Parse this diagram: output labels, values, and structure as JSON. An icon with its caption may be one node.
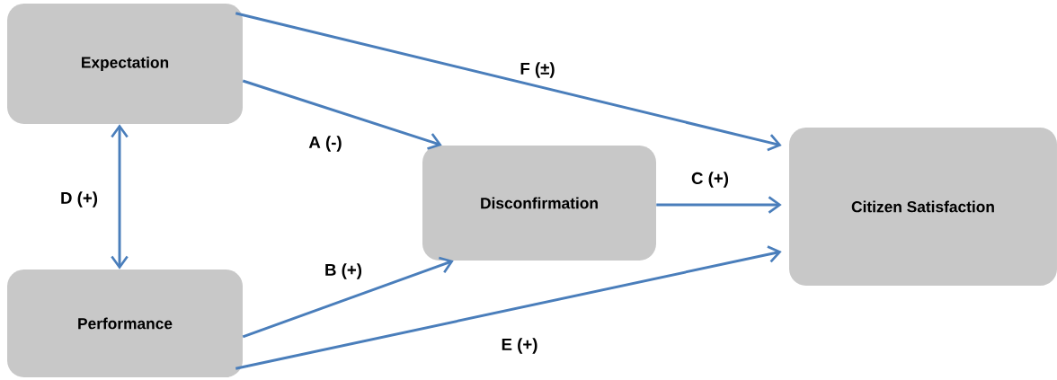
{
  "diagram": {
    "nodes": [
      {
        "text": [
          "Expectation"
        ]
      },
      {
        "text": [
          "Performance"
        ]
      },
      {
        "text": [
          "Disconfirmation"
        ]
      },
      {
        "text": [
          "Citizen Satisfaction"
        ]
      }
    ],
    "edges": [
      {
        "from": 0,
        "to": 2,
        "arrow": "to",
        "label": "A (-)"
      },
      {
        "from": 1,
        "to": 2,
        "arrow": "to",
        "label": "B (+)"
      },
      {
        "from": 2,
        "to": 3,
        "arrow": "to",
        "label": "C (+)"
      },
      {
        "from": 0,
        "to": 1,
        "arrow": "both",
        "label": "D (+)"
      },
      {
        "from": 1,
        "to": 3,
        "arrow": "to",
        "label": "E (+)"
      },
      {
        "from": 0,
        "to": 3,
        "arrow": "to",
        "label": "F (±)"
      }
    ]
  }
}
